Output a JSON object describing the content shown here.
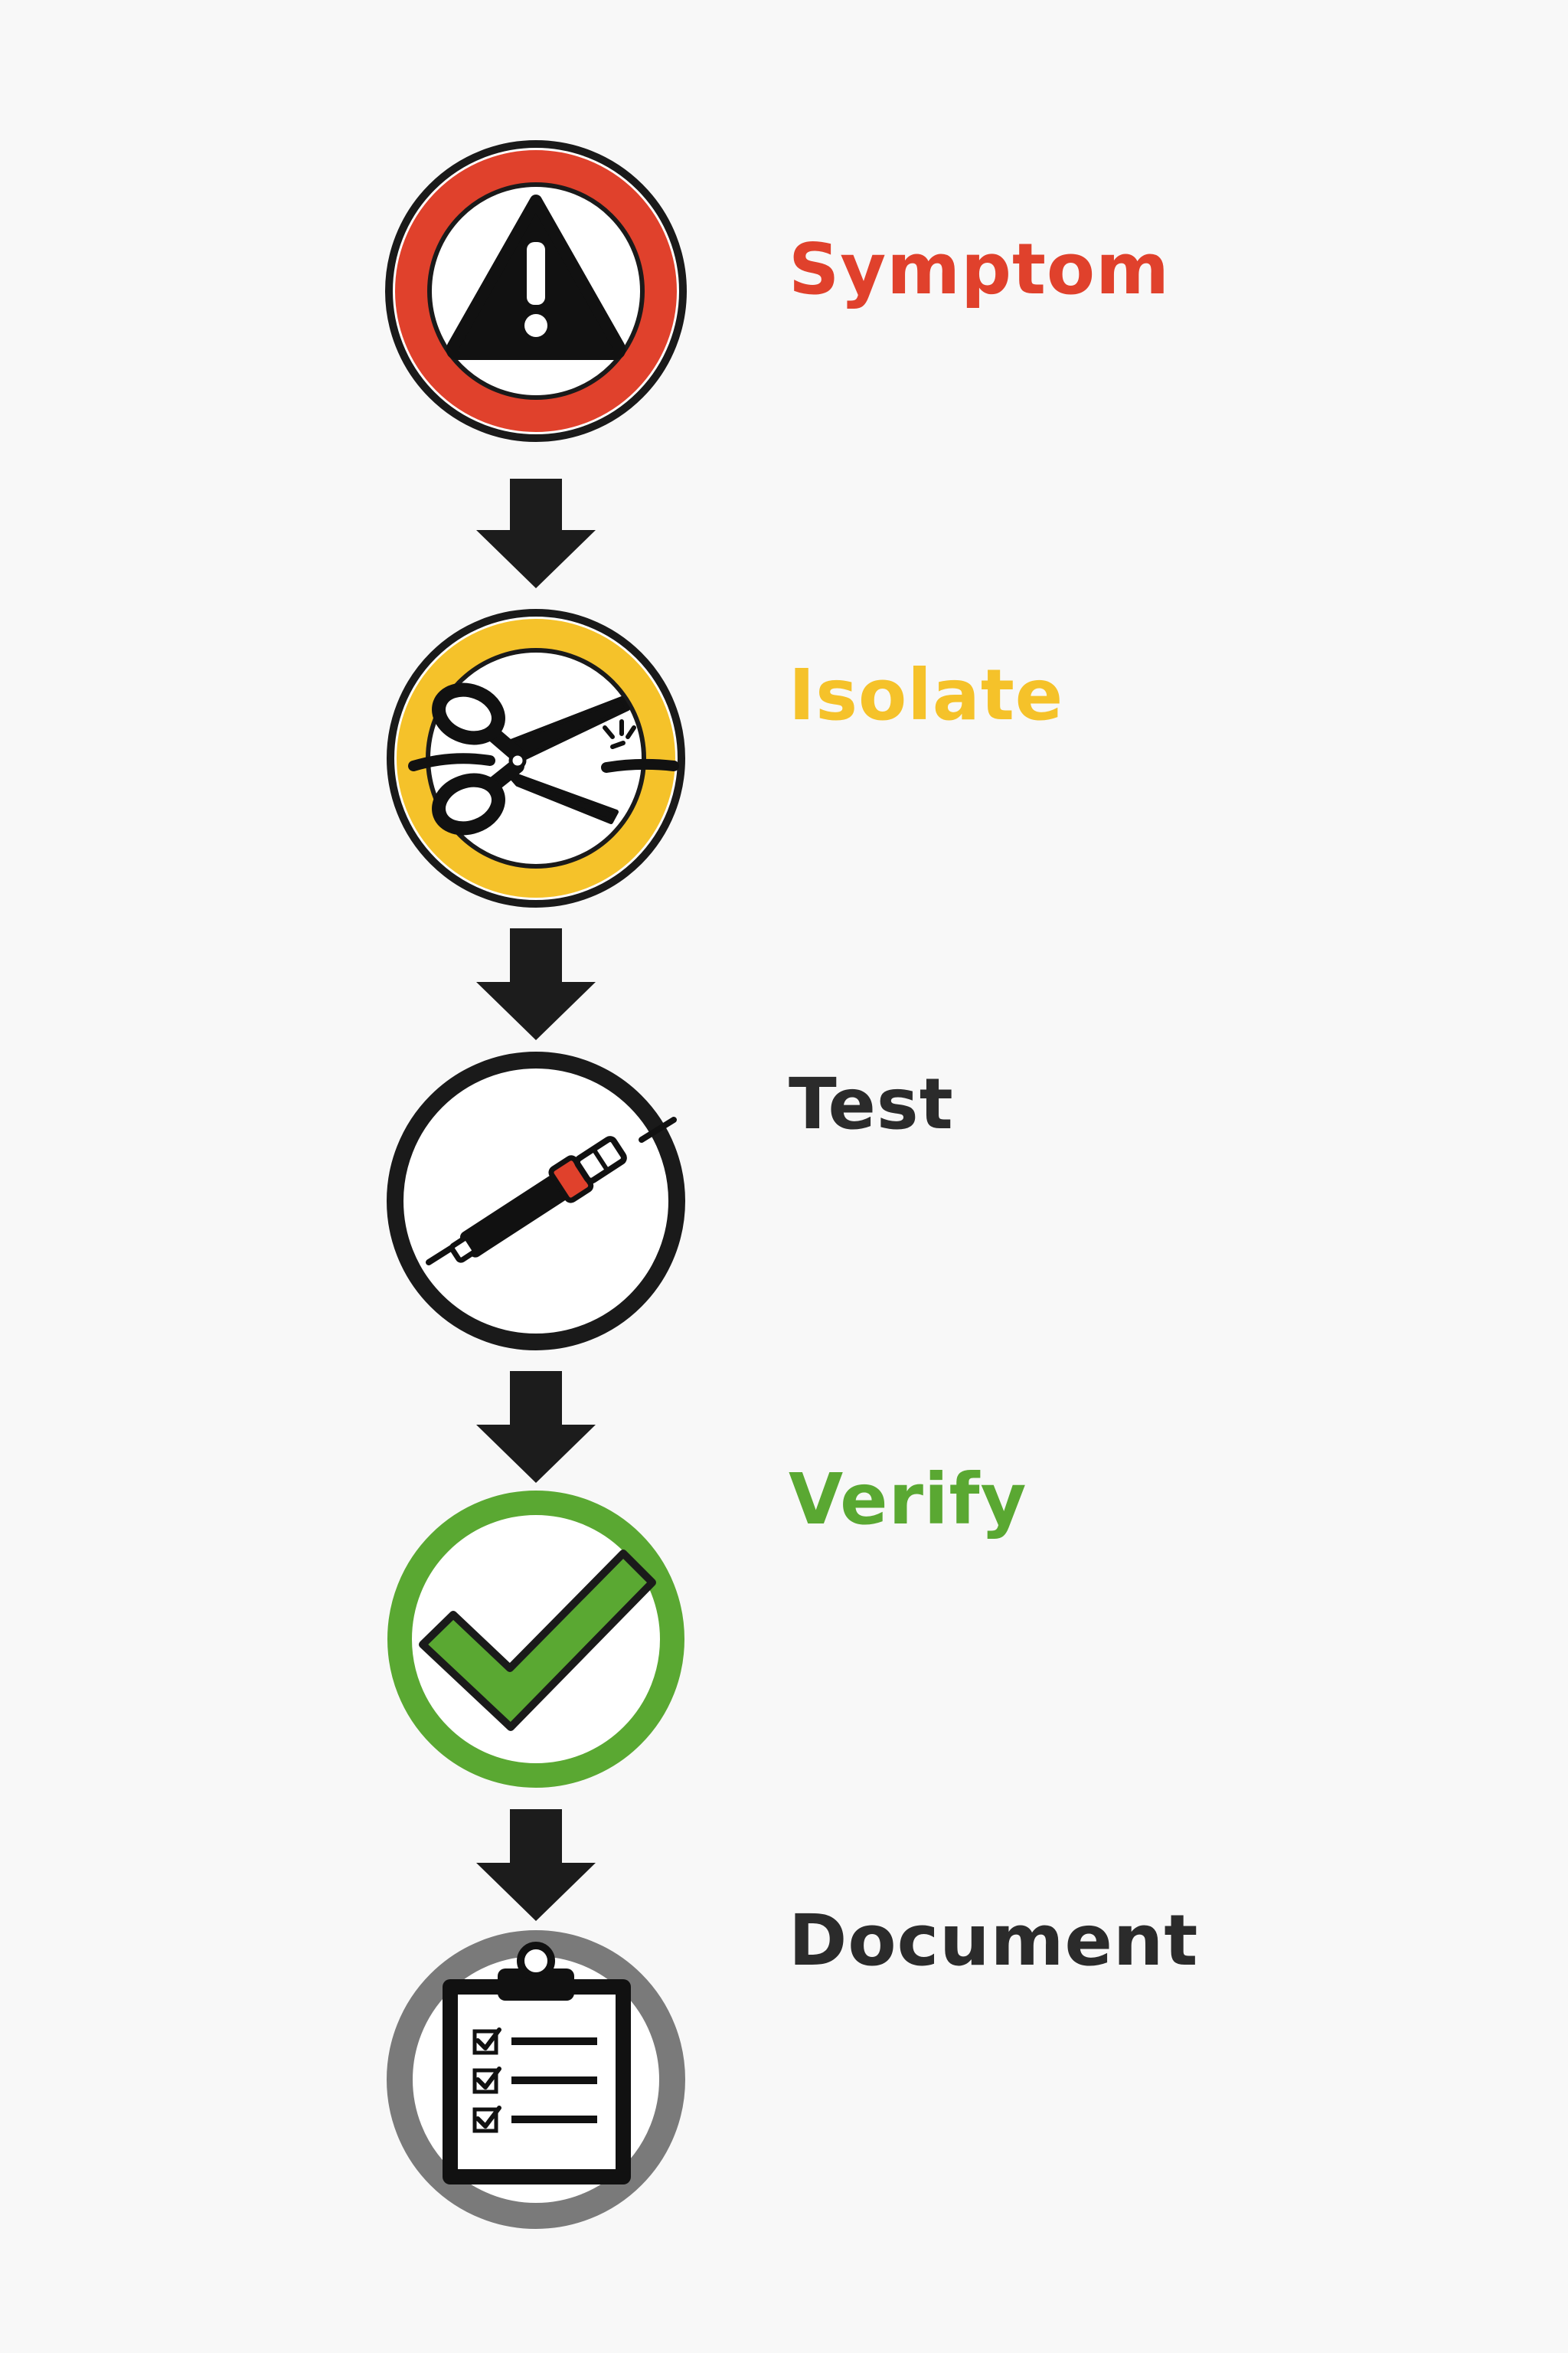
{
  "steps": [
    {
      "label": "Symptom",
      "icon": "warning-triangle-icon",
      "color": "#e0412c"
    },
    {
      "label": "Isolate",
      "icon": "scissors-cutting-wire-icon",
      "color": "#f5c22a"
    },
    {
      "label": "Test",
      "icon": "test-probe-icon",
      "color": "#2b2b2b"
    },
    {
      "label": "Verify",
      "icon": "checkmark-icon",
      "color": "#5aa832"
    },
    {
      "label": "Document",
      "icon": "clipboard-checklist-icon",
      "color": "#2b2b2b"
    }
  ],
  "connector": {
    "icon": "down-arrow-icon",
    "color": "#1c1c1c"
  },
  "accents": {
    "probe_band": "#e0412c",
    "document_ring": "#7a7a7a"
  }
}
